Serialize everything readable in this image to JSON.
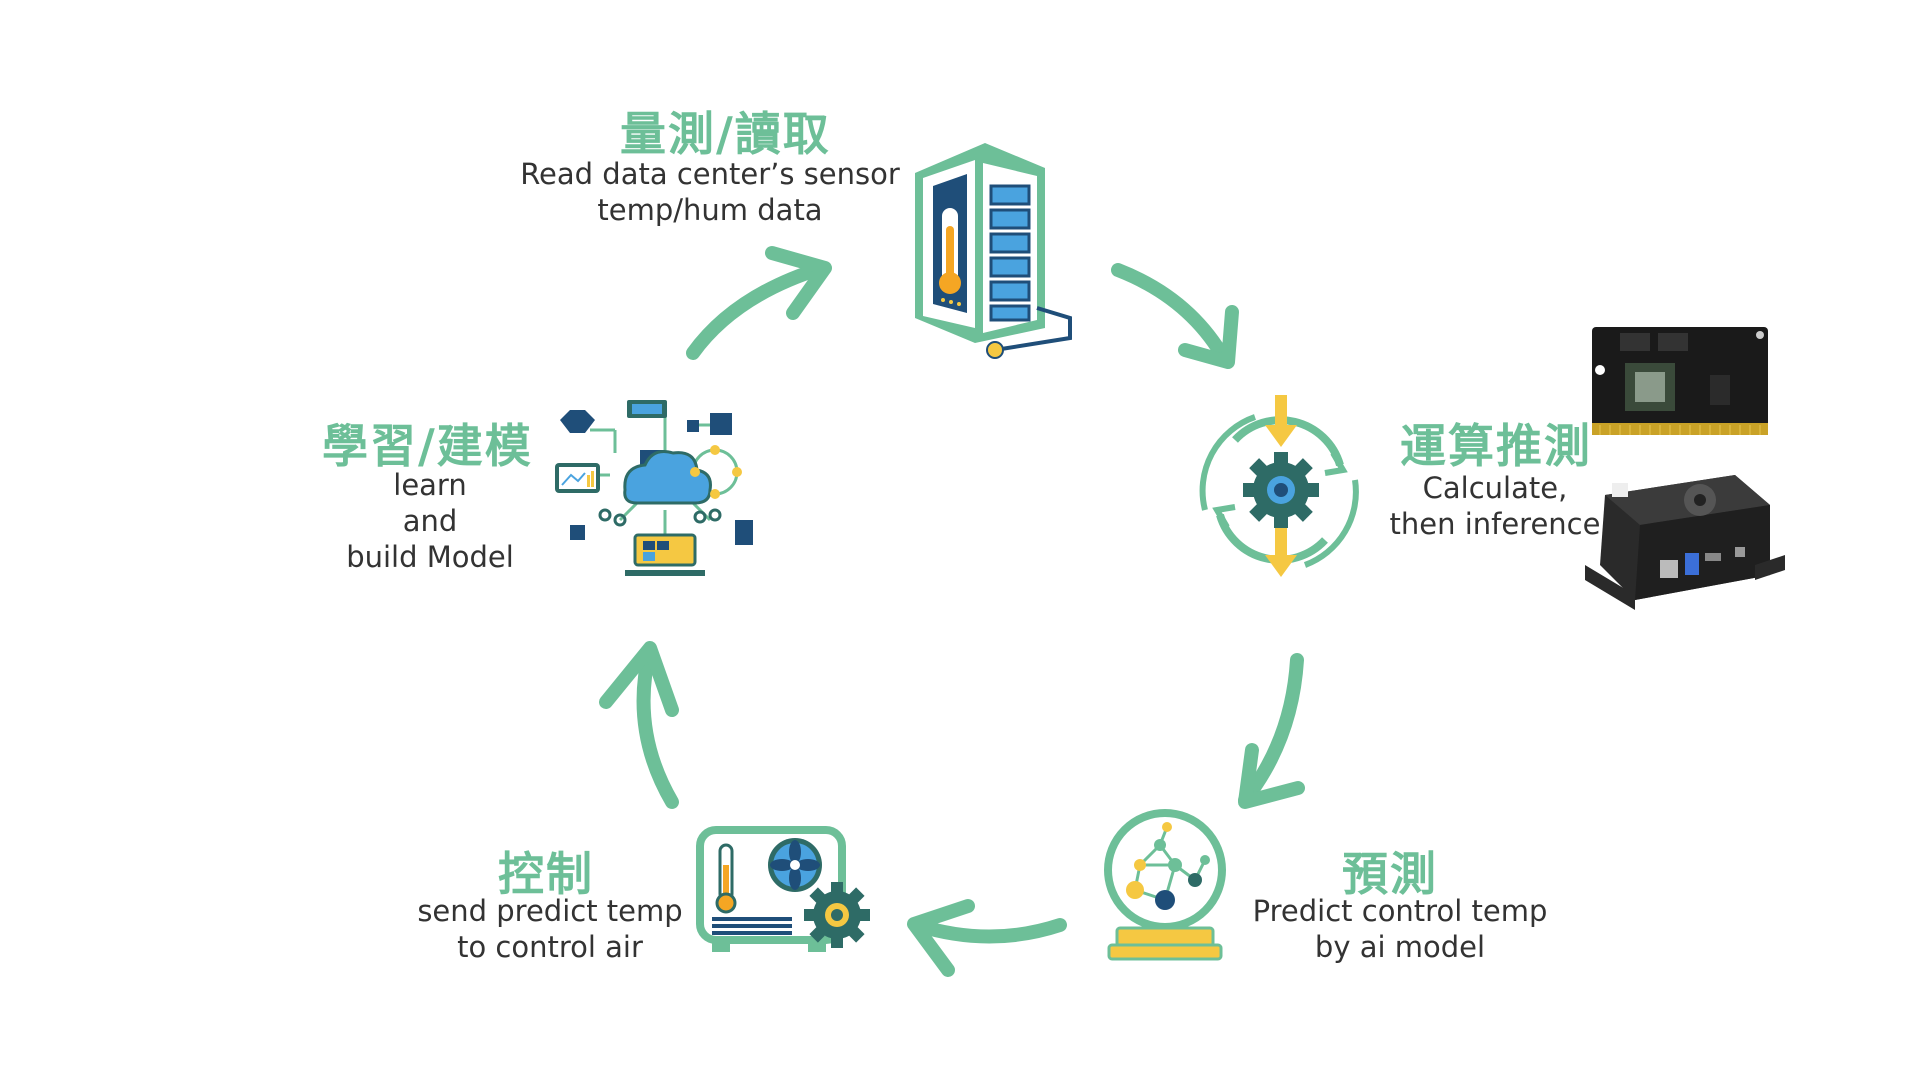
{
  "steps": {
    "measure": {
      "title": "量測/讀取",
      "line1": "Read data center’s sensor",
      "line2": "temp/hum data"
    },
    "compute": {
      "title": "運算推測",
      "line1": "Calculate,",
      "line2": "then inference"
    },
    "predict": {
      "title": "預測",
      "line1": "Predict control temp",
      "line2": "by ai model"
    },
    "control": {
      "title": "控制",
      "line1": "send predict temp",
      "line2": "to control air"
    },
    "learn": {
      "title": "學習/建模",
      "line1": "learn",
      "line2": "and",
      "line3": "build Model"
    }
  },
  "colors": {
    "accent": "#6dbf98",
    "dark_teal": "#2e6b66",
    "yellow": "#f5c842",
    "blue": "#4aa3df",
    "navy": "#1f4e79"
  },
  "icons": [
    "server-thermometer-icon",
    "gear-cycle-icon",
    "crystal-ball-icon",
    "ac-unit-fan-icon",
    "ml-network-icon",
    "jetson-module-photo",
    "jetson-box-photo"
  ]
}
